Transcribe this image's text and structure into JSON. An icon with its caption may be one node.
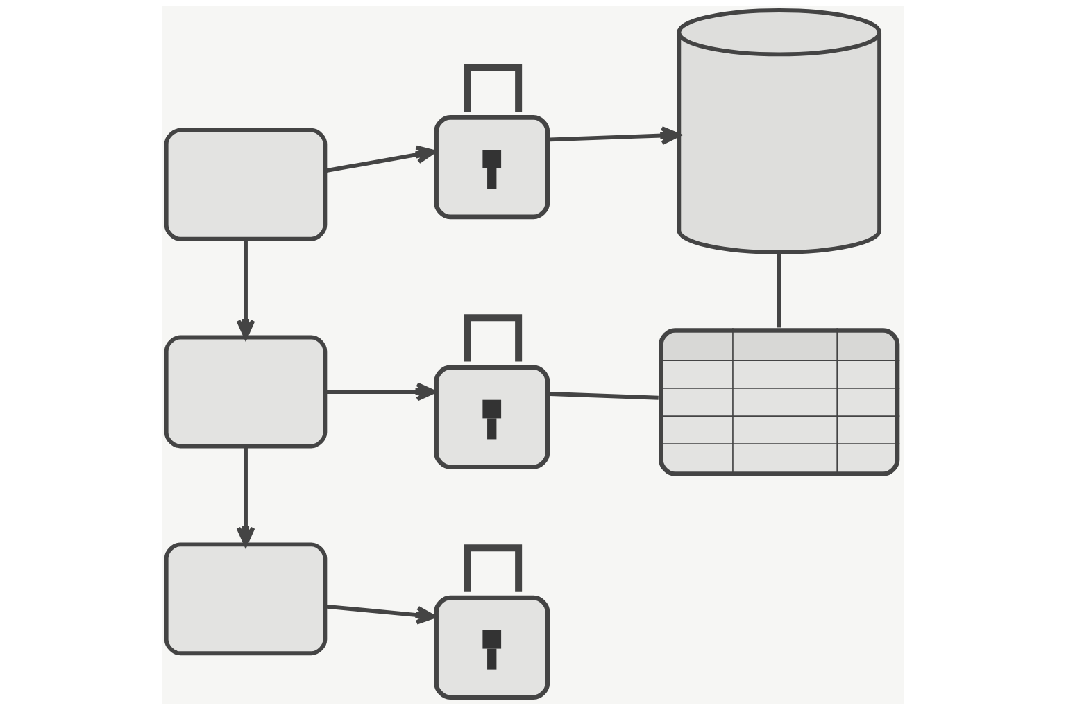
{
  "diagram": {
    "nodes": [
      {
        "text": [],
        "shape": "box"
      },
      {
        "text": [],
        "shape": "padlock"
      },
      {
        "text": [],
        "shape": "cylinder"
      },
      {
        "text": [],
        "shape": "box"
      },
      {
        "text": [],
        "shape": "padlock"
      },
      {
        "text": [],
        "shape": "table"
      },
      {
        "text": [],
        "shape": "box"
      },
      {
        "text": [],
        "shape": "padlock"
      }
    ],
    "edges": [
      {
        "from": 0,
        "to": 1,
        "arrow": "to"
      },
      {
        "from": 1,
        "to": 2,
        "arrow": "to"
      },
      {
        "from": 0,
        "to": 3,
        "arrow": "to"
      },
      {
        "from": 3,
        "to": 4,
        "arrow": "to"
      },
      {
        "from": 4,
        "to": 5,
        "arrow": "none"
      },
      {
        "from": 2,
        "to": 5,
        "arrow": "none"
      },
      {
        "from": 3,
        "to": 6,
        "arrow": "to"
      },
      {
        "from": 6,
        "to": 7,
        "arrow": "to"
      }
    ]
  }
}
